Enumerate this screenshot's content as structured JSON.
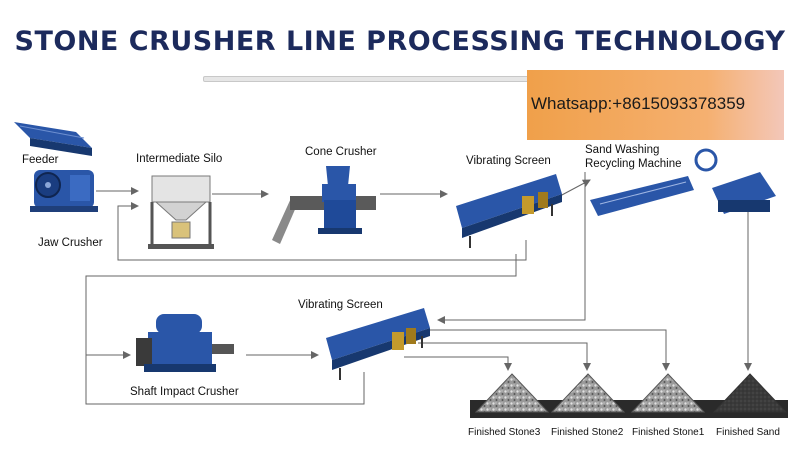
{
  "title": "STONE CRUSHER LINE PROCESSING TECHNOLOGY",
  "watermark": "Whatsapp:+8615093378359",
  "equipment": {
    "feeder": "Feeder",
    "jaw_crusher": "Jaw Crusher",
    "intermediate_silo": "Intermediate Silo",
    "cone_crusher": "Cone Crusher",
    "vibrating_screen_1": "Vibrating Screen",
    "sand_washing_1": "Sand Washing",
    "sand_washing_2": "Recycling Machine",
    "vibrating_screen_2": "Vibrating Screen",
    "shaft_impact_crusher": "Shaft Impact Crusher"
  },
  "products": {
    "stone3": "Finished Stone3",
    "stone2": "Finished Stone2",
    "stone1": "Finished Stone1",
    "sand": "Finished Sand"
  },
  "colors": {
    "machine_blue": "#2a56a8",
    "title_navy": "#1c2a5c",
    "line_gray": "#666666"
  }
}
